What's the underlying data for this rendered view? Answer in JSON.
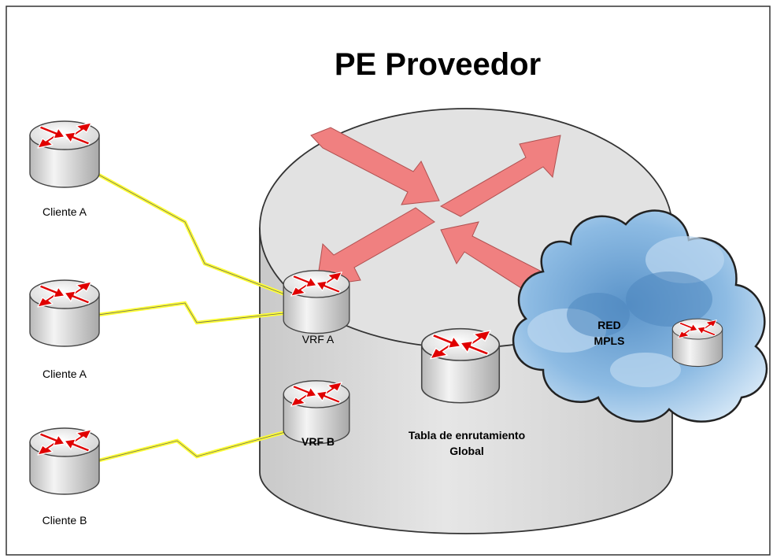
{
  "title": "PE Proveedor",
  "clients": [
    {
      "label": "Cliente A"
    },
    {
      "label": "Cliente A"
    },
    {
      "label": "Cliente B"
    }
  ],
  "vrfs": [
    {
      "label": "VRF A"
    },
    {
      "label": "VRF B"
    }
  ],
  "global_table": {
    "line1": "Tabla de enrutamiento",
    "line2": "Global"
  },
  "cloud": {
    "line1": "RED",
    "line2": "MPLS"
  },
  "icons": {
    "router": "router-icon",
    "cloud": "cloud-icon",
    "link": "serial-link-icon"
  },
  "colors": {
    "router_arrow": "#e00000",
    "router_body": "#eeeeee",
    "pe_body": "#dedede",
    "pe_arrows": "#f08080",
    "link": "#ffff33",
    "cloud": "#7fb0dc"
  }
}
